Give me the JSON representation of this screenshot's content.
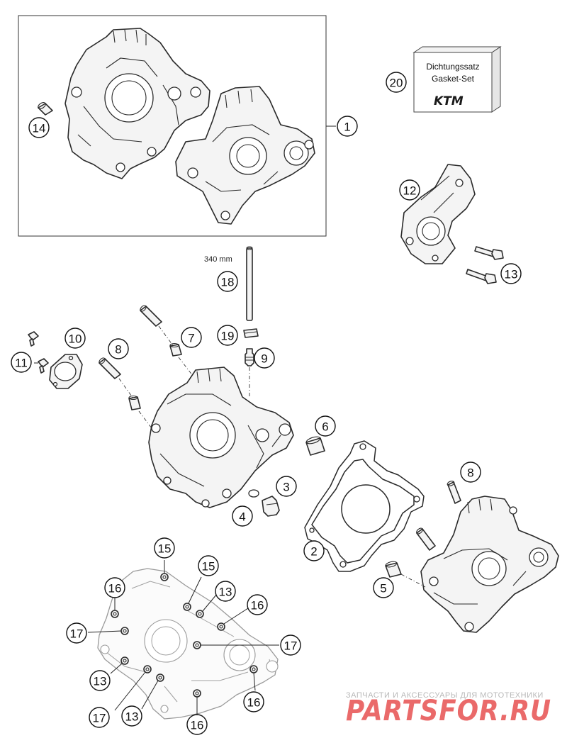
{
  "diagram": {
    "callouts": [
      "1",
      "2",
      "3",
      "4",
      "5",
      "6",
      "7",
      "8",
      "8",
      "9",
      "10",
      "11",
      "12",
      "13",
      "13",
      "13",
      "13",
      "14",
      "15",
      "15",
      "16",
      "16",
      "16",
      "16",
      "17",
      "17",
      "17",
      "18",
      "19",
      "20"
    ],
    "dimension_label": "340 mm",
    "gasket_box": {
      "line1": "Dichtungssatz",
      "line2": "Gasket-Set",
      "logo": "KTM"
    }
  },
  "watermark": {
    "tagline": "ЗАПЧАСТИ И АКСЕССУАРЫ ДЛЯ МОТОТЕХНИКИ",
    "brand": "PARTSFOR.RU"
  },
  "colors": {
    "line": "#2a2a2a",
    "faded_line": "#9a9a9a",
    "watermark_red": "#ea6a6a",
    "watermark_grey": "#b9b9b9"
  }
}
